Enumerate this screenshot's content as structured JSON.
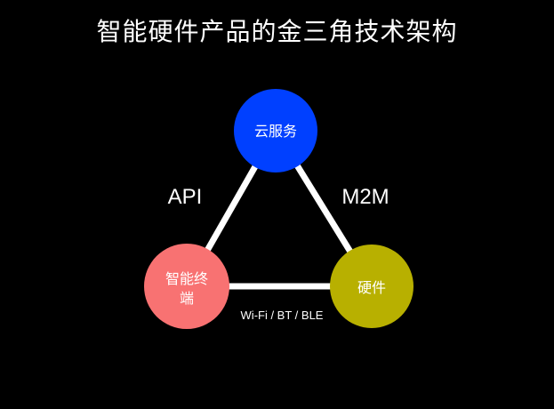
{
  "slide": {
    "title": "智能硬件产品的金三角技术架构"
  },
  "nodes": {
    "cloud": {
      "label": "云服务",
      "color": "#0040ff"
    },
    "terminal": {
      "label_line1": "智能终",
      "label_line2": "端",
      "color": "#f87272"
    },
    "hardware": {
      "label": "硬件",
      "color": "#b8b000"
    }
  },
  "edges": {
    "cloud_terminal": {
      "label": "API"
    },
    "cloud_hardware": {
      "label": "M2M"
    },
    "terminal_hardware": {
      "label": "Wi-Fi / BT / BLE"
    }
  },
  "colors": {
    "background": "#000000",
    "edge": "#ffffff"
  }
}
